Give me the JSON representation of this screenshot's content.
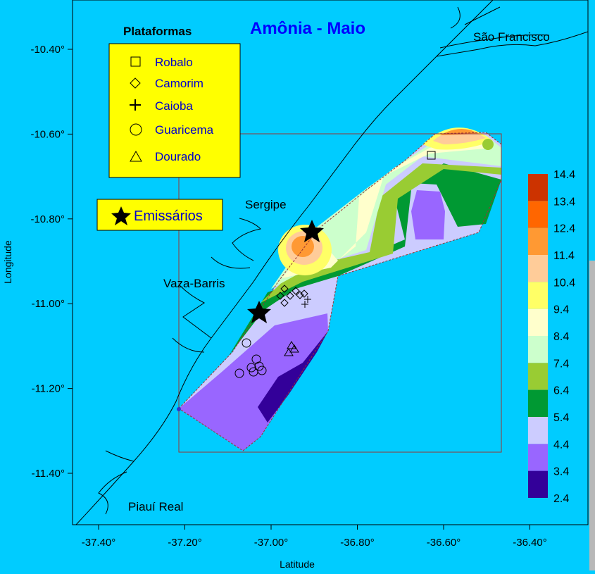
{
  "title": "Amônia - Maio",
  "axes": {
    "xlabel": "Latitude",
    "ylabel": "Longitude",
    "xticks": [
      "-37.40°",
      "-37.20°",
      "-37.00°",
      "-36.80°",
      "-36.60°",
      "-36.40°"
    ],
    "yticks": [
      "-10.40°",
      "-10.60°",
      "-10.80°",
      "-11.00°",
      "-11.20°",
      "-11.40°"
    ]
  },
  "legend": {
    "title": "Plataformas",
    "items": [
      {
        "label": "Robalo",
        "symbol": "square-icon"
      },
      {
        "label": "Camorim",
        "symbol": "diamond-icon"
      },
      {
        "label": "Caioba",
        "symbol": "plus-icon"
      },
      {
        "label": "Guaricema",
        "symbol": "circle-icon"
      },
      {
        "label": "Dourado",
        "symbol": "triangle-icon"
      }
    ],
    "emissarios": "Emissários"
  },
  "place_labels": [
    "São Francisco",
    "Sergipe",
    "Vaza-Barris",
    "Piauí Real"
  ],
  "colorbar": {
    "labels": [
      "14.4",
      "13.4",
      "12.4",
      "11.4",
      "10.4",
      "9.4",
      "8.4",
      "7.4",
      "6.4",
      "5.4",
      "4.4",
      "3.4",
      "2.4"
    ],
    "colors": [
      "#cc3300",
      "#ff6600",
      "#ff9933",
      "#ffcc99",
      "#ffff66",
      "#ffffcc",
      "#ccffcc",
      "#99cc33",
      "#009933",
      "#ccccff",
      "#9966ff",
      "#330099"
    ]
  },
  "colors": {
    "sea": "#00ccff",
    "legend_box": "#ffff00",
    "title": "#0000ff",
    "legend_text": "#0000cc"
  }
}
